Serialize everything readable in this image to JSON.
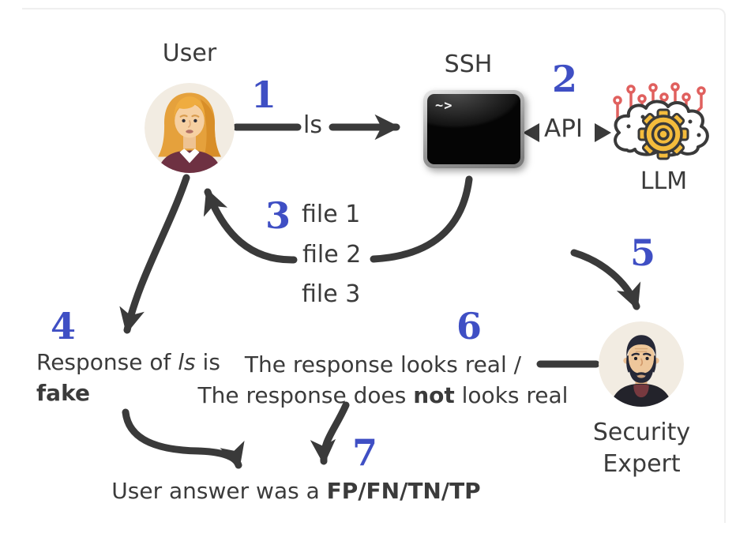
{
  "diagram": {
    "nodes": {
      "user": {
        "label": "User"
      },
      "ssh": {
        "label": "SSH",
        "prompt": "~>"
      },
      "llm": {
        "label": "LLM"
      },
      "security_expert": {
        "label_line1": "Security",
        "label_line2": "Expert"
      }
    },
    "steps": {
      "s1": {
        "number": "1",
        "command": "ls"
      },
      "s2": {
        "number": "2",
        "api_label": "API"
      },
      "s3": {
        "number": "3",
        "file1": "file 1",
        "file2": "file 2",
        "file3": "file 3"
      },
      "s4": {
        "number": "4",
        "text_pre": "Response of ",
        "text_italic": "ls",
        "text_post": " is",
        "text_bold": "fake"
      },
      "s5": {
        "number": "5"
      },
      "s6": {
        "number": "6",
        "line1": "The response looks real /",
        "line2_pre": "The response does ",
        "line2_bold": "not",
        "line2_post": " looks real"
      },
      "s7": {
        "number": "7"
      }
    },
    "result": {
      "text_pre": "User answer was a ",
      "text_bold": "FP/FN/TN/TP"
    },
    "colors": {
      "accent_number_blue": "#3f4fc4",
      "arrow_dark": "#3a3a3a",
      "circuit_red": "#e0605e",
      "gear_yellow": "#f4bc3c",
      "avatar_background": "#f2ece2",
      "maroon_clothing": "#6e3142"
    }
  }
}
